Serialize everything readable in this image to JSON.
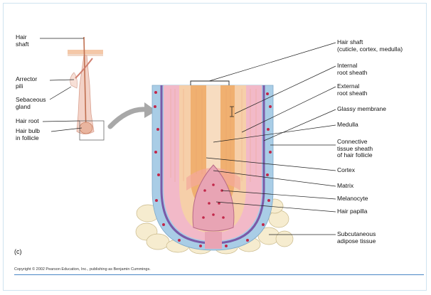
{
  "left_labels": [
    {
      "id": "hair-shaft",
      "text": "Hair\nshaft"
    },
    {
      "id": "arrector-pili",
      "text": "Arrector\npili"
    },
    {
      "id": "sebaceous-gland",
      "text": "Sebaceous\ngland"
    },
    {
      "id": "hair-root",
      "text": "Hair root"
    },
    {
      "id": "hair-bulb",
      "text": "Hair bulb\nin follicle"
    }
  ],
  "right_labels": [
    {
      "id": "hair-shaft-detail",
      "text": "Hair shaft\n(cuticle, cortex, medulla)"
    },
    {
      "id": "internal-root-sheath",
      "text": "Internal\nroot sheath"
    },
    {
      "id": "external-root-sheath",
      "text": "External\nroot sheath"
    },
    {
      "id": "glassy-membrane",
      "text": "Glassy membrane"
    },
    {
      "id": "medulla",
      "text": "Medulla"
    },
    {
      "id": "connective-tissue-sheath",
      "text": "Connective\ntissue sheath\nof hair follicle"
    },
    {
      "id": "cortex",
      "text": "Cortex"
    },
    {
      "id": "matrix",
      "text": "Matrix"
    },
    {
      "id": "melanocyte",
      "text": "Melanocyte"
    },
    {
      "id": "hair-papilla",
      "text": "Hair papilla"
    },
    {
      "id": "subcutaneous-adipose",
      "text": "Subcutaneous\nadipose tissue"
    }
  ],
  "panel_letter": "(c)",
  "copyright": "Copyright © 2002 Pearson Education, Inc., publishing as Benjamin Cummings.",
  "colors": {
    "connective_sheath": "#a9cde6",
    "glassy_membrane": "#7a5aa8",
    "external_root_sheath": "#f2b9c8",
    "cortex": "#f0b070",
    "medulla": "#f7dcc0",
    "papilla": "#e8a4b4",
    "melanocyte": "#c2284a",
    "adipose": "#f6eccf",
    "adipose_outline": "#c9b98a",
    "arrow": "#a8a8a8"
  }
}
